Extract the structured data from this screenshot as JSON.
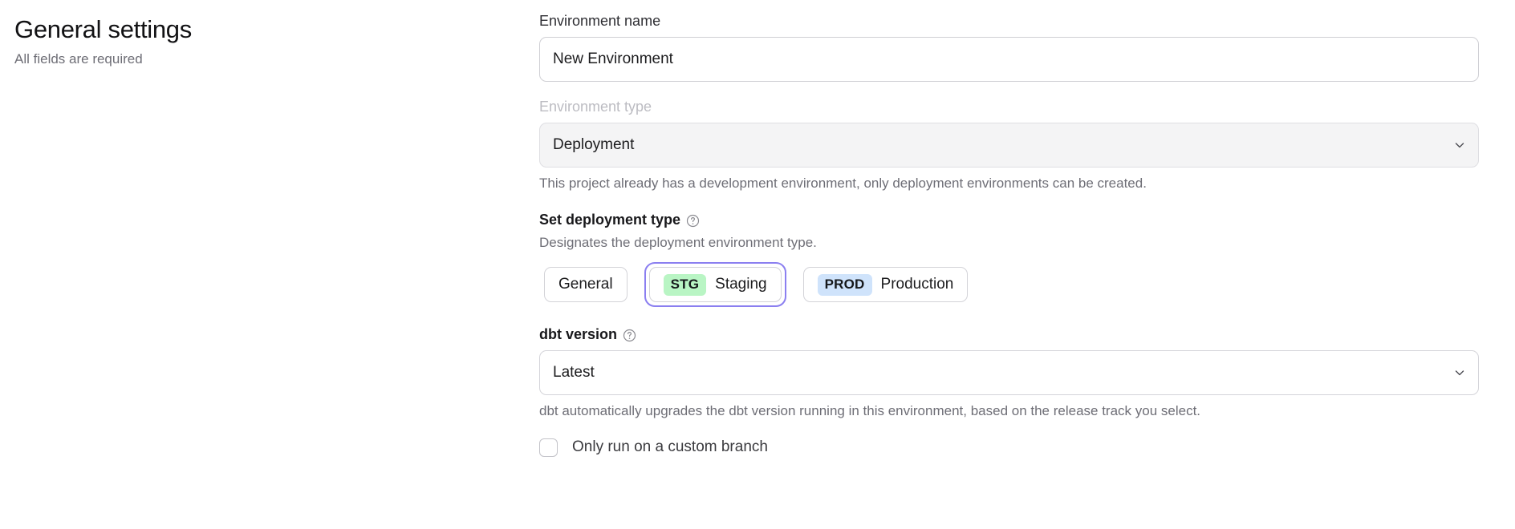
{
  "header": {
    "title": "General settings",
    "subtitle": "All fields are required"
  },
  "form": {
    "environment_name": {
      "label": "Environment name",
      "value": "New Environment",
      "placeholder": "Environment name"
    },
    "environment_type": {
      "label": "Environment type",
      "value": "Deployment",
      "help_text": "This project already has a development environment, only deployment environments can be created.",
      "disabled": true,
      "chevron_icon": "chevron-down-icon"
    },
    "deployment_type": {
      "label": "Set deployment type",
      "help_icon": "question-mark-circle-icon",
      "description": "Designates the deployment environment type.",
      "options": [
        {
          "badge": "",
          "label": "General",
          "selected": false,
          "focused": false
        },
        {
          "badge": "STG",
          "label": "Staging",
          "selected": false,
          "focused": true,
          "badge_color": "#b9f5c4"
        },
        {
          "badge": "PROD",
          "label": "Production",
          "selected": false,
          "focused": false,
          "badge_color": "#cfe3fb"
        }
      ]
    },
    "dbt_version": {
      "label": "dbt version",
      "help_icon": "question-mark-circle-icon",
      "value": "Latest",
      "help_text": "dbt automatically upgrades the dbt version running in this environment, based on the release track you select.",
      "chevron_icon": "chevron-down-icon"
    },
    "custom_branch": {
      "label": "Only run on a custom branch",
      "checked": false
    }
  },
  "colors": {
    "focus_ring": "#8b7ff0",
    "badge_staging": "#b9f5c4",
    "badge_production": "#cfe3fb",
    "muted_text": "#6e6e76"
  }
}
